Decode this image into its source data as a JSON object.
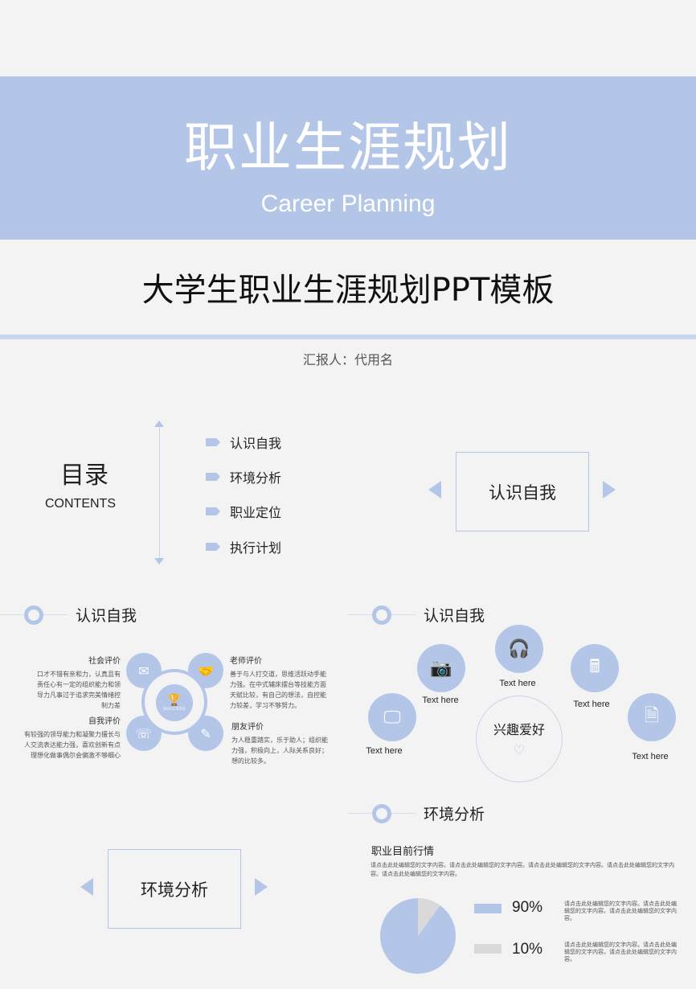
{
  "cover": {
    "title": "职业生涯规划",
    "subtitle": "Career Planning",
    "main_title": "大学生职业生涯规划PPT模板",
    "reporter": "汇报人：代用名"
  },
  "contents": {
    "title": "目录",
    "subtitle": "CONTENTS",
    "items": [
      "认识自我",
      "环境分析",
      "职业定位",
      "执行计划"
    ],
    "section_box": "认识自我"
  },
  "self_eval": {
    "header": "认识自我",
    "core_label": "SUCCESS",
    "blocks": [
      {
        "title": "社会评价",
        "text": "口才不错有亲和力，认真且有责任心有一定的组织能力和领导力凡事过于追求完美情绪控制力差"
      },
      {
        "title": "老师评价",
        "text": "善于与人打交道，思维活跃动手能力强。在中式辅床摆台等技能方面天赋比较，有自己的想法，自控能力较差，学习不够努力。"
      },
      {
        "title": "自我评价",
        "text": "有较强的领导能力和凝聚力擅长与人交流表达能力强，喜欢创新有点理想化做事偶尔会偏激不够细心"
      },
      {
        "title": "朋友评价",
        "text": "为人稳重踏实，乐于助人；组织能力强，积极向上，人际关系良好；想的比较多。"
      }
    ]
  },
  "hobbies": {
    "header": "认识自我",
    "center": "兴趣爱好",
    "items": [
      {
        "caption": "Text here",
        "icon": "monitor-icon"
      },
      {
        "caption": "Text here",
        "icon": "camera-icon"
      },
      {
        "caption": "Text here",
        "icon": "headphones-icon"
      },
      {
        "caption": "Text here",
        "icon": "calculator-icon"
      },
      {
        "caption": "Text here",
        "icon": "psd-file-icon"
      }
    ]
  },
  "env": {
    "header": "环境分析",
    "section_box": "环境分析",
    "subtitle": "职业目前行情",
    "desc": "请点击此处编辑您的文字内容。请点击此处编辑您的文字内容。请点击此处编辑您的文字内容。请点击此处编辑您的文字内容。请点击此处编辑您的文字内容。",
    "legend": [
      {
        "pct": "90%",
        "text": "请点击此处编辑您的文字内容。请点击此处编辑您的文字内容。请点击此处编辑您的文字内容。"
      },
      {
        "pct": "10%",
        "text": "请点击此处编辑您的文字内容。请点击此处编辑您的文字内容。请点击此处编辑您的文字内容。"
      }
    ]
  },
  "chart_data": {
    "type": "pie",
    "categories": [
      "90%",
      "10%"
    ],
    "values": [
      90,
      10
    ],
    "colors": [
      "#b4c6e7",
      "#d9d9d9"
    ]
  },
  "colors": {
    "accent": "#b4c6e7",
    "background": "#f3f3f4",
    "pie_secondary": "#d9d9d9"
  }
}
